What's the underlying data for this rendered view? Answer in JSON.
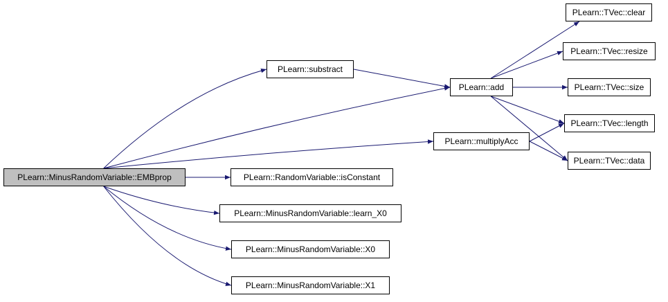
{
  "graph": {
    "edge_color": "#191970",
    "root_fill": "#bfbfbf",
    "nodes": [
      {
        "id": "emb",
        "label": "PLearn::MinusRandomVariable::EMBprop",
        "root": true
      },
      {
        "id": "sub",
        "label": "PLearn::substract"
      },
      {
        "id": "add",
        "label": "PLearn::add"
      },
      {
        "id": "macc",
        "label": "PLearn::multiplyAcc"
      },
      {
        "id": "isc",
        "label": "PLearn::RandomVariable::isConstant"
      },
      {
        "id": "lx0",
        "label": "PLearn::MinusRandomVariable::learn_X0"
      },
      {
        "id": "x0",
        "label": "PLearn::MinusRandomVariable::X0"
      },
      {
        "id": "x1",
        "label": "PLearn::MinusRandomVariable::X1"
      },
      {
        "id": "clear",
        "label": "PLearn::TVec::clear"
      },
      {
        "id": "resize",
        "label": "PLearn::TVec::resize"
      },
      {
        "id": "size",
        "label": "PLearn::TVec::size"
      },
      {
        "id": "length",
        "label": "PLearn::TVec::length"
      },
      {
        "id": "data",
        "label": "PLearn::TVec::data"
      }
    ],
    "edges": [
      [
        "emb",
        "sub"
      ],
      [
        "emb",
        "add"
      ],
      [
        "emb",
        "macc"
      ],
      [
        "emb",
        "isc"
      ],
      [
        "emb",
        "lx0"
      ],
      [
        "emb",
        "x0"
      ],
      [
        "emb",
        "x1"
      ],
      [
        "sub",
        "add"
      ],
      [
        "add",
        "clear"
      ],
      [
        "add",
        "resize"
      ],
      [
        "add",
        "size"
      ],
      [
        "add",
        "length"
      ],
      [
        "add",
        "data"
      ],
      [
        "macc",
        "length"
      ],
      [
        "macc",
        "data"
      ]
    ]
  }
}
